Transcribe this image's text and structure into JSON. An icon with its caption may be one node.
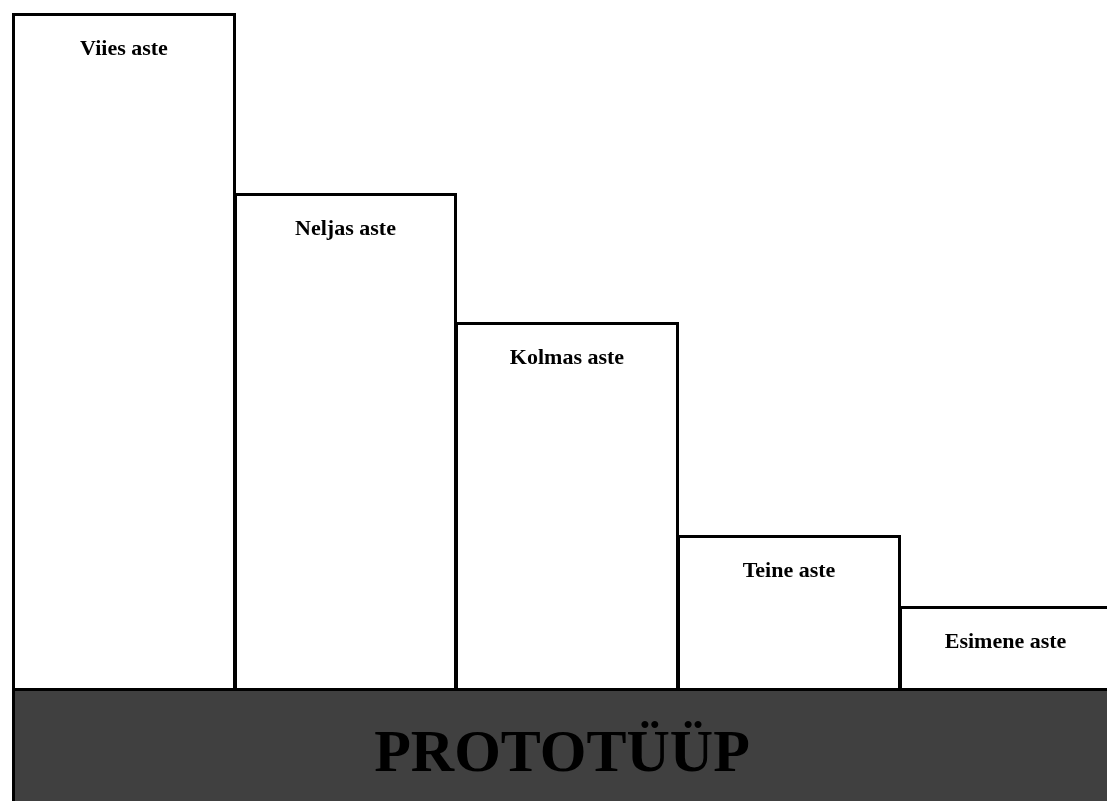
{
  "diagram": {
    "nodes": [
      {
        "text": [
          "Viies aste"
        ]
      },
      {
        "text": [
          "Neljas aste"
        ]
      },
      {
        "text": [
          "Kolmas aste"
        ]
      },
      {
        "text": [
          "Teine aste"
        ]
      },
      {
        "text": [
          "Esimene aste"
        ]
      },
      {
        "text": [
          "PROTOTÜÜP"
        ]
      }
    ]
  }
}
